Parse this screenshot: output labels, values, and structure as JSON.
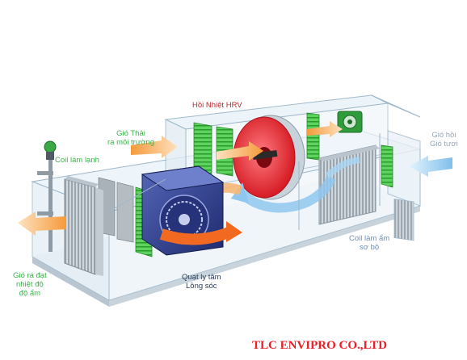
{
  "labels": {
    "hrv": "Hồi Nhiệt HRV",
    "exhaust_line1": "Gió Thải",
    "exhaust_line2": "ra môi trường",
    "cooling_coil": "Coil làm lạnh",
    "return_line1": "Gió hồi",
    "return_line2": "Gió tươi",
    "precool_line1": "Coil làm ẩm",
    "precool_line2": "sơ bộ",
    "fan_line1": "Quạt ly tâm",
    "fan_line2": "Lồng sóc",
    "supply_line1": "Gió ra đạt",
    "supply_line2": "nhiệt độ",
    "supply_line3": "độ ẩm"
  },
  "company": "TLC ENVIPRO CO.,LTD",
  "colors": {
    "frame": "#9fb8c9",
    "glass": "#e8f2f8",
    "filter_green": "#3fbf3f",
    "fan_blue": "#2f3d8f",
    "hrv_red": "#e8262f",
    "arrow_orange": "#f7a14a",
    "arrow_blue": "#8fc7ef",
    "company_red": "#ee1c25"
  },
  "icons": [
    "valve-icon",
    "motor-icon",
    "centrifugal-fan-icon",
    "heat-wheel-icon"
  ]
}
